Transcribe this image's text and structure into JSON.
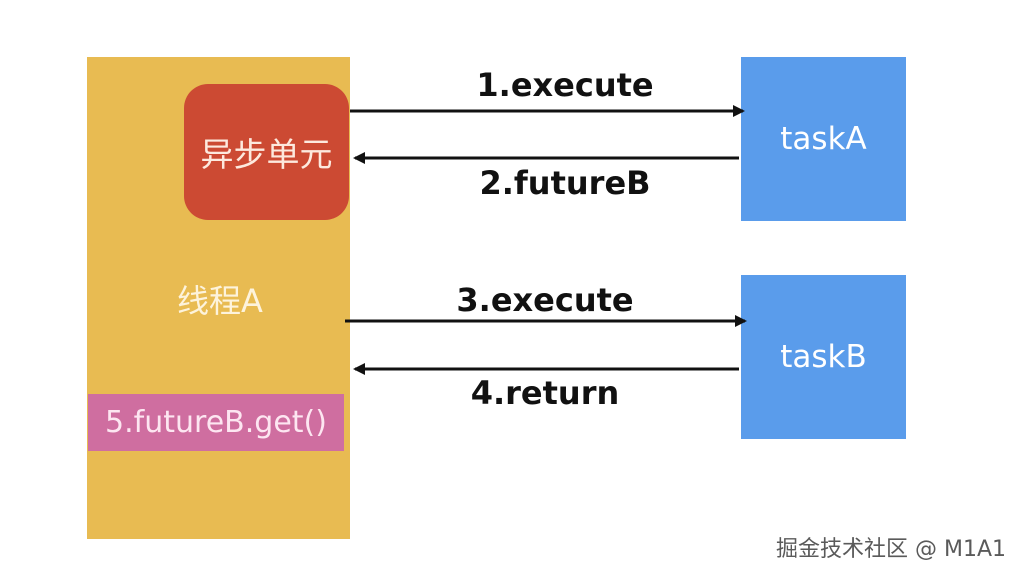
{
  "thread": {
    "label": "线程A",
    "async_unit_label": "异步单元",
    "get_call_label": "5.futureB.get()"
  },
  "tasks": [
    {
      "label": "taskA"
    },
    {
      "label": "taskB"
    }
  ],
  "arrows": [
    {
      "label": "1.execute",
      "from": "异步单元",
      "to": "taskA"
    },
    {
      "label": "2.futureB",
      "from": "taskA",
      "to": "异步单元"
    },
    {
      "label": "3.execute",
      "from": "线程A",
      "to": "taskB"
    },
    {
      "label": "4.return",
      "from": "taskB",
      "to": "线程A"
    }
  ],
  "watermark": "掘金技术社区 @ M1A1",
  "colors": {
    "thread": "#e8bb52",
    "async_unit": "#cc4a33",
    "get_call": "#cf6ea0",
    "task": "#5a9ceb",
    "arrow": "#111111"
  }
}
